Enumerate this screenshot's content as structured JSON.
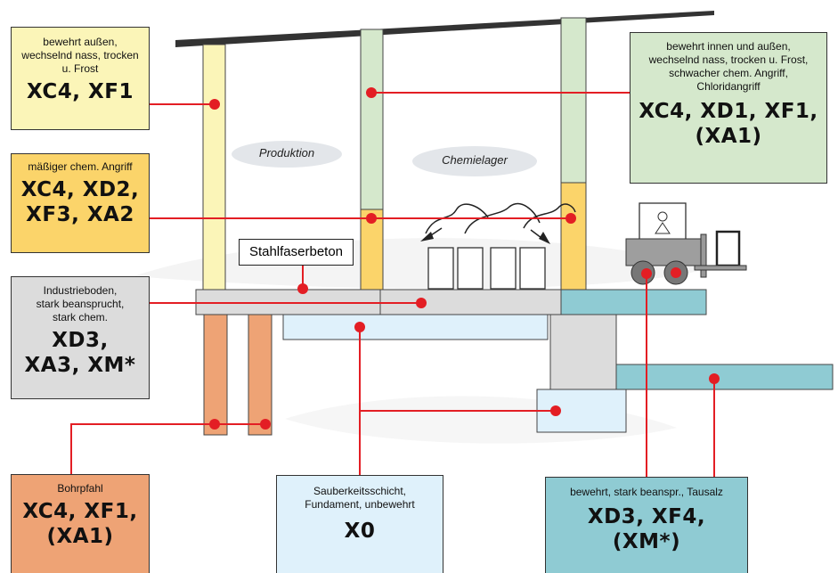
{
  "colors": {
    "yellow_light": "#fbf5b8",
    "yellow_mid": "#fbd46a",
    "green": "#d5e8cc",
    "grey": "#dcdcdc",
    "orange": "#eea375",
    "lightblue": "#dff1fb",
    "teal": "#8fcbd3",
    "red": "#e31e24"
  },
  "labels": {
    "produktion": "Produktion",
    "chemielager": "Chemielager",
    "stahlfaserbeton": "Stahlfaserbeton"
  },
  "boxes": {
    "tl1": {
      "desc": "bewehrt außen,\nwechselnd nass, trocken\nu. Frost",
      "code": "XC4, XF1"
    },
    "tl2": {
      "desc": "mäßiger chem. Angriff",
      "code": "XC4, XD2,\nXF3, XA2"
    },
    "ml": {
      "desc": "Industrieboden,\nstark beansprucht,\nstark chem.",
      "code": "XD3,\nXA3, XM*"
    },
    "bl": {
      "desc": "Bohrpfahl",
      "code": "XC4, XF1,\n(XA1)"
    },
    "bm": {
      "desc": "Sauberkeitsschicht,\nFundament, unbewehrt",
      "code": "X0"
    },
    "br": {
      "desc": "bewehrt, stark beanspr., Tausalz",
      "code": "XD3, XF4,\n(XM*)"
    },
    "tr": {
      "desc": "bewehrt innen und außen,\nwechselnd nass, trocken u. Frost,\nschwacher chem. Angriff,\nChloridangriff",
      "code": "XC4, XD1, XF1,\n(XA1)"
    }
  }
}
